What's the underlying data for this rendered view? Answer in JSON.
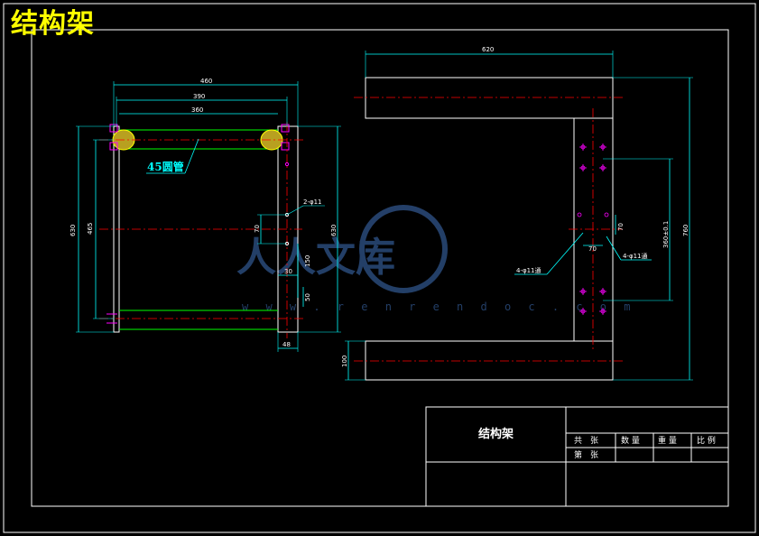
{
  "title": "结构架",
  "left_view": {
    "dims": {
      "top_460": "460",
      "top_390": "390",
      "top_360": "360",
      "left_630": "630",
      "left_465": "465",
      "right_630": "630",
      "dia_holes": "2-φ11",
      "d70": "70",
      "d30": "30",
      "d150": "150",
      "d50": "50",
      "d48": "48"
    },
    "tube_label": "45圆管"
  },
  "right_view": {
    "dims": {
      "top_620": "620",
      "right_760": "760",
      "right_360": "360±0.1",
      "left_100": "100",
      "hole_left": "4-φ11通",
      "hole_right": "4-φ11通",
      "mid_70": "70",
      "mid_70b": "70"
    }
  },
  "title_block": {
    "name": "结构架",
    "total_sheets": "共　张",
    "sheet_no": "第　张",
    "quantity": "数 量",
    "weight": "重 量",
    "scale": "比 例"
  },
  "watermark": {
    "text": "人人文库",
    "url": "w w w . r e n r e n d o c . c o m"
  },
  "colors": {
    "background": "#000000",
    "outline": "#ffffff",
    "dimension": "#00ffff",
    "centerline": "#ff0000",
    "title": "#ffff00",
    "green": "#00ff00",
    "magenta": "#ff00ff"
  }
}
